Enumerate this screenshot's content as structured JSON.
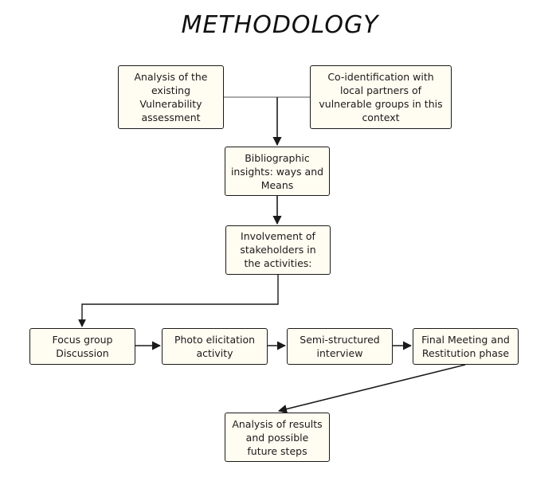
{
  "title": "METHODOLOGY",
  "boxes": {
    "existing_assessment": "Analysis of the existing Vulnerability assessment",
    "co_identification": "Co-identification with local partners of vulnerable groups in this context",
    "bibliographic": "Bibliographic insights: ways and Means",
    "involvement": "Involvement of stakeholders in the activities:",
    "focus_group": "Focus group Discussion",
    "photo_elicitation": "Photo elicitation activity",
    "semi_structured": "Semi-structured interview",
    "final_meeting": "Final Meeting and Restitution phase",
    "analysis_results": "Analysis of results and possible future steps"
  }
}
